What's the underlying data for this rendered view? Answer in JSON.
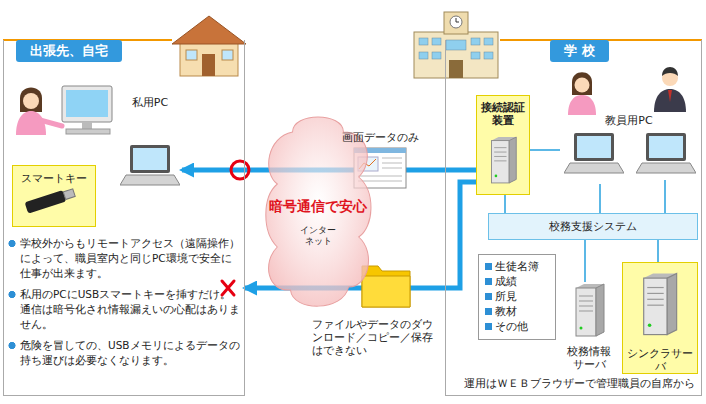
{
  "diagram": {
    "nodes": [
      {
        "text": [
          "出張先、自宅",
          "学校外からもリモートアクセス（遠隔操作）によって、職員室内と同じPC環境で安全に仕事が出来ます。",
          "私用のPCにUSBスマートキーを挿すだけ。 通信は暗号化され情報漏えいの心配はありません。",
          "危険を冒しての、USBメモリによるデータの持ち運びは必要なくなります。"
        ]
      },
      {
        "text": [
          "スマートキー"
        ],
        "in": 0
      },
      {
        "text": [
          "私用PC"
        ],
        "in": 0
      },
      {
        "text": [
          "学 校",
          "運用はＷＥＢブラウザーで管理職員の自席から"
        ]
      },
      {
        "text": [
          "接続認証装置"
        ],
        "in": 3
      },
      {
        "text": [
          "教員用PC"
        ],
        "in": 3
      },
      {
        "text": [
          "校務支援システム"
        ],
        "in": 3
      },
      {
        "text": [
          "生徒名簿",
          "成績",
          "所見",
          "教材",
          "その他"
        ],
        "in": 3
      },
      {
        "text": [
          "校務情報サーバ"
        ],
        "in": 3
      },
      {
        "text": [
          "シンクラサーバ"
        ],
        "in": 3
      },
      {
        "text": [
          "暗号通信で安心",
          "インターネット"
        ]
      }
    ],
    "edges": [
      {
        "from": 4,
        "to": 2,
        "arrow": "to",
        "label": "画面データのみ"
      },
      {
        "from": 4,
        "to": 0,
        "arrow": "to",
        "label": "ファイルやデータのダウンロード／コピー／保存はできない"
      },
      {
        "from": 4,
        "to": 6,
        "arrow": "none"
      },
      {
        "from": 4,
        "to": 5,
        "arrow": "none"
      },
      {
        "from": 5,
        "to": 6,
        "arrow": "none"
      },
      {
        "from": 6,
        "to": 8,
        "arrow": "none"
      },
      {
        "from": 6,
        "to": 9,
        "arrow": "none"
      }
    ]
  }
}
